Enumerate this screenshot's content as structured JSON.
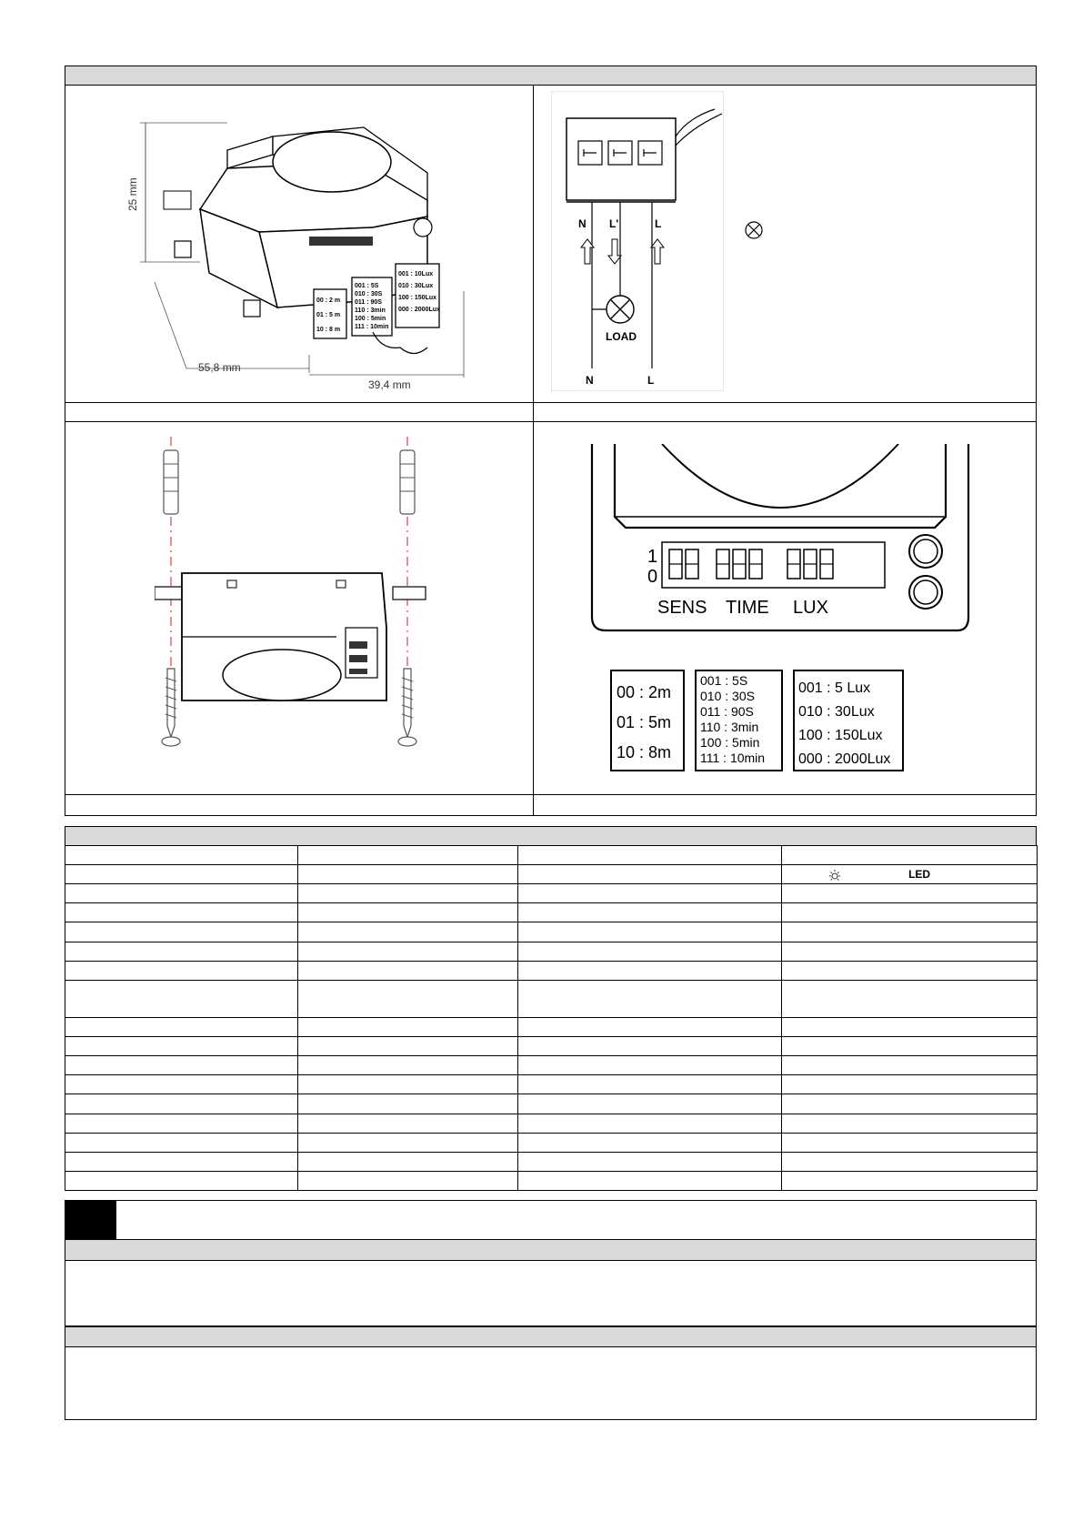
{
  "diagram1": {
    "dim_height": "25 mm",
    "dim_width": "55,8 mm",
    "dim_depth": "39,4 mm",
    "sens_label": [
      "00 : 2 m",
      "01 : 5 m",
      "10 : 8 m"
    ],
    "time_label": [
      "001 : 5S",
      "010 : 30S",
      "011 : 90S",
      "110 : 3min",
      "100 : 5min",
      "111 : 10min"
    ],
    "lux_label": [
      "001 : 10Lux",
      "010 : 30Lux",
      "100 : 150Lux",
      "000 : 2000Lux"
    ]
  },
  "wiring": {
    "terminal_labels": [
      "N",
      "L'",
      "L"
    ],
    "load_label": "LOAD",
    "bottom_labels": [
      "N",
      "L"
    ]
  },
  "dip": {
    "row_labels": [
      "1",
      "0"
    ],
    "group_labels": [
      "SENS",
      "TIME",
      "LUX"
    ],
    "sens_table": [
      "00 : 2m",
      "01 : 5m",
      "10 : 8m"
    ],
    "time_table": [
      "001 : 5S",
      "010 : 30S",
      "011 : 90S",
      "110 : 3min",
      "100 : 5min",
      "111 : 10min"
    ],
    "lux_table": [
      "001 : 5 Lux",
      "010 : 30Lux",
      "100 : 150Lux",
      "000 : 2000Lux"
    ]
  },
  "spec": {
    "led_label": "LED"
  }
}
